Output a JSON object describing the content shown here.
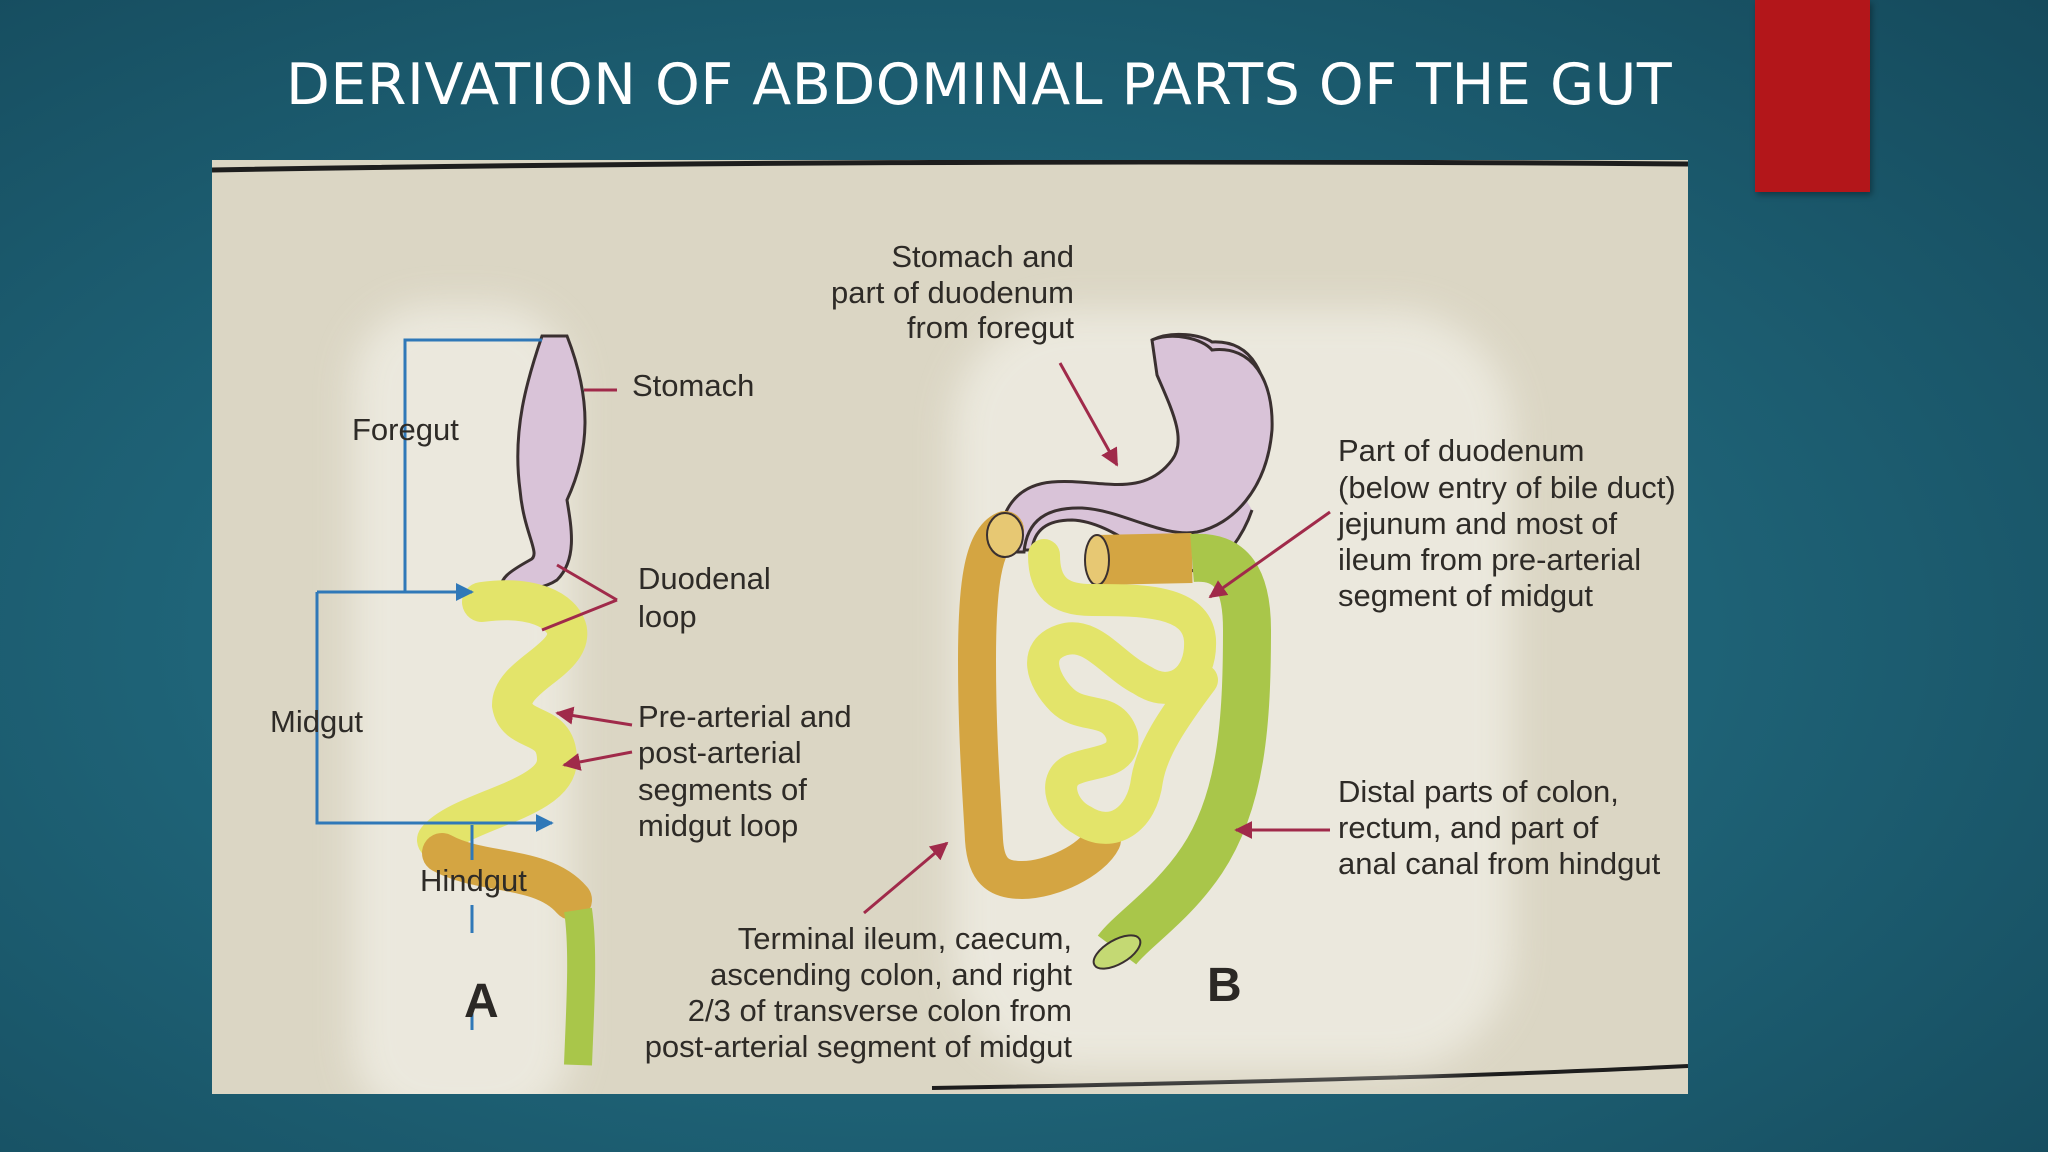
{
  "slide": {
    "title": "DERIVATION OF ABDOMINAL PARTS OF THE GUT",
    "accent_color": "#b3161a",
    "background_color": "#1f6478"
  },
  "figure": {
    "panel_a": {
      "letter": "A",
      "labels": {
        "foregut": "Foregut",
        "midgut": "Midgut",
        "hindgut": "Hindgut",
        "stomach": "Stomach",
        "duodenal_loop": [
          "Duodenal",
          "loop"
        ],
        "segments": [
          "Pre-arterial and",
          "post-arterial",
          "segments of",
          "midgut loop"
        ]
      }
    },
    "panel_b": {
      "letter": "B",
      "labels": {
        "stomach": [
          "Stomach and",
          "part of duodenum",
          "from foregut"
        ],
        "duodenum": [
          "Part of duodenum",
          "(below entry of bile duct)",
          "jejunum and most of",
          "ileum from pre-arterial",
          "segment of midgut"
        ],
        "distal": [
          "Distal parts of colon,",
          "rectum, and part of",
          "anal canal from hindgut"
        ],
        "terminal": [
          "Terminal ileum, caecum,",
          "ascending colon, and right",
          "2/3 of transverse colon from",
          "post-arterial segment of midgut"
        ]
      }
    },
    "colors": {
      "foregut": "#d9c3d8",
      "pre_arterial": "#e3e46a",
      "post_arterial": "#d4a542",
      "hindgut": "#a9c64a",
      "bracket": "#2f78b8",
      "arrow": "#a02a4a"
    }
  }
}
